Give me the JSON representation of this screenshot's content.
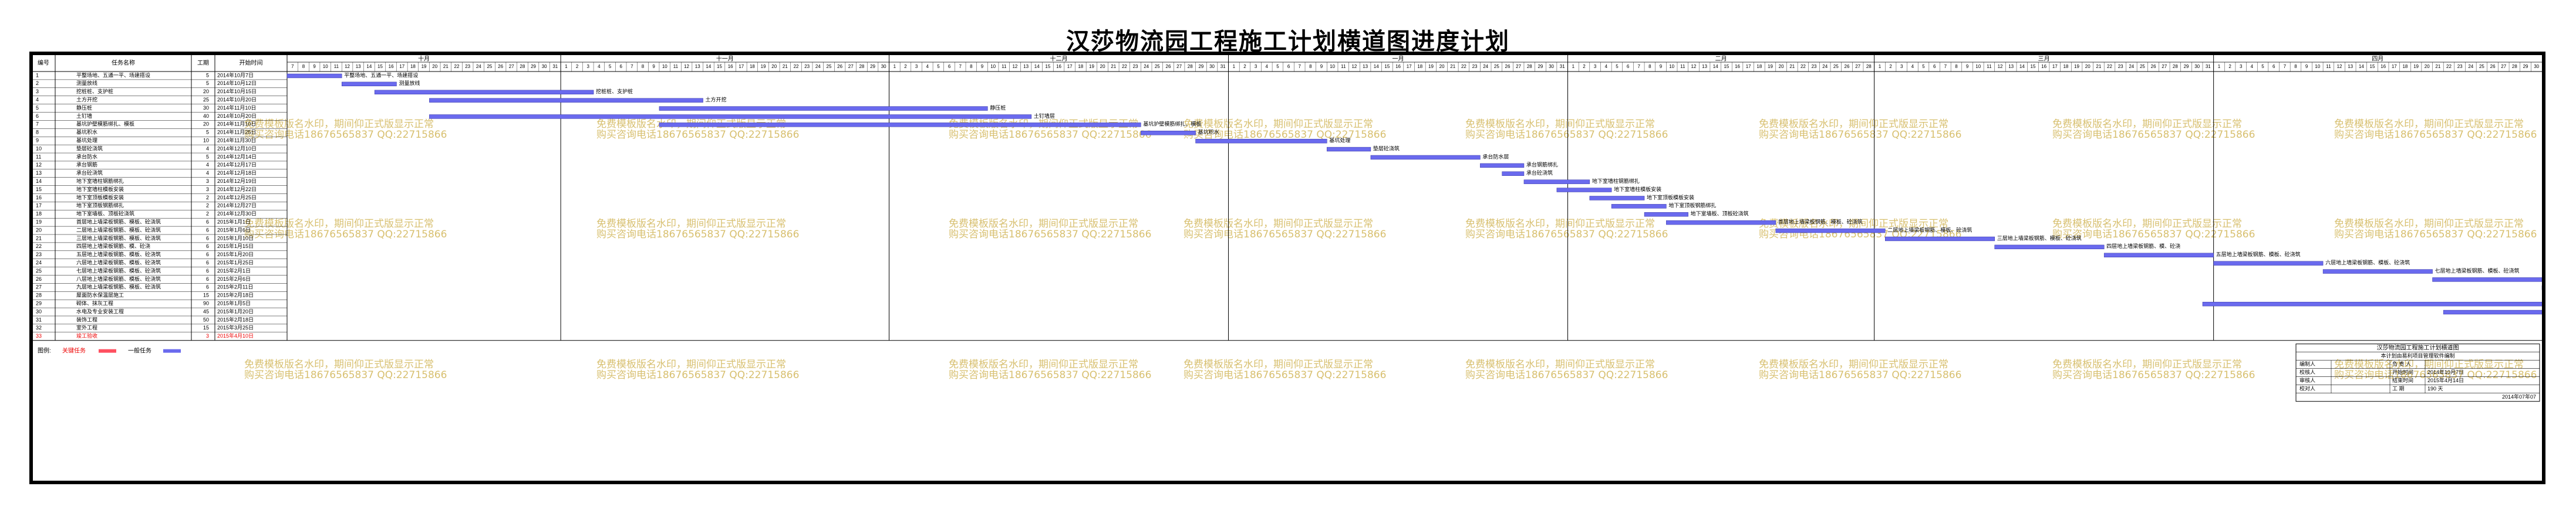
{
  "title": "汉莎物流园工程施工计划横道图进度计划",
  "header": {
    "no": "编号",
    "name": "任务名称",
    "dur": "工期",
    "start": "开始时间"
  },
  "months": [
    "十月",
    "十一月",
    "十二月",
    "一月",
    "二月",
    "三月",
    "四月"
  ],
  "month_days": [
    25,
    30,
    31,
    31,
    28,
    31,
    30
  ],
  "day_start": 7,
  "tasks": [
    {
      "no": "1",
      "name": "平整场地、五通一平、场建搭设",
      "dur": "5",
      "start": "2014年10月7日",
      "s": 0,
      "d": 5,
      "label": "平整场地、五通一平、场建搭设"
    },
    {
      "no": "2",
      "name": "测量放线",
      "dur": "5",
      "start": "2014年10月12日",
      "s": 5,
      "d": 5,
      "label": "测量放线"
    },
    {
      "no": "3",
      "name": "挖桩桩、支护桩",
      "dur": "20",
      "start": "2014年10月15日",
      "s": 8,
      "d": 20,
      "label": "挖桩桩、支护桩"
    },
    {
      "no": "4",
      "name": "土方开挖",
      "dur": "25",
      "start": "2014年10月20日",
      "s": 13,
      "d": 25,
      "label": "土方开挖"
    },
    {
      "no": "5",
      "name": "静压桩",
      "dur": "30",
      "start": "2014年11月10日",
      "s": 34,
      "d": 30,
      "label": "静压桩"
    },
    {
      "no": "6",
      "name": "土钉墙",
      "dur": "40",
      "start": "2014年10月20日",
      "s": 13,
      "d": 55,
      "label": "土钉墙层"
    },
    {
      "no": "7",
      "name": "基坑护壁模筋绑扎、模板",
      "dur": "20",
      "start": "2014年11月10日",
      "s": 34,
      "d": 44,
      "label": "基坑护壁模筋绑扎、模板"
    },
    {
      "no": "8",
      "name": "基坑积水",
      "dur": "5",
      "start": "2014年11月25日",
      "s": 78,
      "d": 5,
      "label": "基坑积水"
    },
    {
      "no": "9",
      "name": "基坑处理",
      "dur": "10",
      "start": "2014年11月30日",
      "s": 83,
      "d": 12,
      "label": "基坑处理"
    },
    {
      "no": "10",
      "name": "垫层砼浇筑",
      "dur": "4",
      "start": "2014年12月10日",
      "s": 95,
      "d": 4,
      "label": "垫层砼浇筑"
    },
    {
      "no": "11",
      "name": "承台防水",
      "dur": "5",
      "start": "2014年12月14日",
      "s": 99,
      "d": 10,
      "label": "承台防水层"
    },
    {
      "no": "12",
      "name": "承台钢筋",
      "dur": "4",
      "start": "2014年12月17日",
      "s": 109,
      "d": 4,
      "label": "承台钢筋绑扎"
    },
    {
      "no": "13",
      "name": "承台砼浇筑",
      "dur": "4",
      "start": "2014年12月18日",
      "s": 111,
      "d": 2,
      "label": "承台砼浇筑"
    },
    {
      "no": "14",
      "name": "地下室墙柱钢筋绑扎",
      "dur": "3",
      "start": "2014年12月19日",
      "s": 113,
      "d": 6,
      "label": "地下室墙柱钢筋绑扎"
    },
    {
      "no": "15",
      "name": "地下室墙柱模板安装",
      "dur": "3",
      "start": "2014年12月22日",
      "s": 116,
      "d": 5,
      "label": "地下室墙柱模板安装"
    },
    {
      "no": "16",
      "name": "地下室顶板模板安装",
      "dur": "2",
      "start": "2014年12月25日",
      "s": 119,
      "d": 5,
      "label": "地下室顶板模板安装"
    },
    {
      "no": "17",
      "name": "地下室顶板钢筋绑扎",
      "dur": "2",
      "start": "2014年12月27日",
      "s": 121,
      "d": 5,
      "label": "地下室顶板钢筋绑扎"
    },
    {
      "no": "18",
      "name": "地下室墙板、顶板砼浇筑",
      "dur": "2",
      "start": "2014年12月30日",
      "s": 124,
      "d": 4,
      "label": "地下室墙板、顶板砼浇筑"
    },
    {
      "no": "19",
      "name": "首层地上墙梁板钢筋、模板、砼浇筑",
      "dur": "6",
      "start": "2015年1月1日",
      "s": 126,
      "d": 10,
      "label": "首层地上墙梁板钢筋、模板、砼浇筑"
    },
    {
      "no": "20",
      "name": "二层地上墙梁板钢筋、模板、砼浇筑",
      "dur": "6",
      "start": "2015年1月6日",
      "s": 136,
      "d": 10,
      "label": "二层地上墙梁板钢筋、模板、砼浇筑"
    },
    {
      "no": "21",
      "name": "三层地上墙梁板钢筋、模板、砼浇筑",
      "dur": "6",
      "start": "2015年1月10日",
      "s": 146,
      "d": 10,
      "label": "三层地上墙梁板钢筋、模板、砼浇筑"
    },
    {
      "no": "22",
      "name": "四层地上墙梁板钢筋、模、砼浇",
      "dur": "6",
      "start": "2015年1月15日",
      "s": 156,
      "d": 10,
      "label": "四层地上墙梁板钢筋、模、砼浇"
    },
    {
      "no": "23",
      "name": "五层地上墙梁板钢筋、模板、砼浇筑",
      "dur": "6",
      "start": "2015年1月20日",
      "s": 166,
      "d": 10,
      "label": "五层地上墙梁板钢筋、模板、砼浇筑"
    },
    {
      "no": "24",
      "name": "六层地上墙梁板钢筋、模板、砼浇筑",
      "dur": "6",
      "start": "2015年1月25日",
      "s": 176,
      "d": 10,
      "label": "六层地上墙梁板钢筋、模板、砼浇筑"
    },
    {
      "no": "25",
      "name": "七层地上墙梁板钢筋、模板、砼浇筑",
      "dur": "6",
      "start": "2015年2月1日",
      "s": 186,
      "d": 10,
      "label": "七层地上墙梁板钢筋、模板、砼浇筑"
    },
    {
      "no": "26",
      "name": "八层地上墙梁板钢筋、模板、砼浇筑",
      "dur": "6",
      "start": "2015年2月6日",
      "s": 196,
      "d": 10,
      "label": "八层地上墙梁板钢筋、模板、砼浇筑"
    },
    {
      "no": "27",
      "name": "九层地上墙梁板钢筋、模板、砼浇筑",
      "dur": "6",
      "start": "2015年2月11日",
      "s": 206,
      "d": 12,
      "label": "九层地上墙梁板钢筋、模板、砼浇筑"
    },
    {
      "no": "28",
      "name": "屋面防水保温层施工",
      "dur": "15",
      "start": "2015年2月18日",
      "s": 218,
      "d": 16,
      "label": "屋面防水保温层施工"
    },
    {
      "no": "29",
      "name": "砌体、抹灰工程",
      "dur": "90",
      "start": "2015年1月5日",
      "s": 175,
      "d": 90,
      "label": "砌体、抹灰工程"
    },
    {
      "no": "30",
      "name": "水电及专业安装工程",
      "dur": "45",
      "start": "2015年1月20日",
      "s": 197,
      "d": 90,
      "label": "水电及专业安装工程"
    },
    {
      "no": "31",
      "name": "装饰工程",
      "dur": "50",
      "start": "2015年2月18日",
      "s": 218,
      "d": 50,
      "label": "装饰工程"
    },
    {
      "no": "32",
      "name": "室外工程",
      "dur": "15",
      "start": "2015年3月25日",
      "s": 268,
      "d": 15,
      "label": "室外工程"
    },
    {
      "no": "33",
      "name": "竣工验收",
      "dur": "3",
      "start": "2015年4月10日",
      "s": 284,
      "d": 10,
      "label": "竣工验收",
      "critical": true
    }
  ],
  "legend": {
    "title": "图例:",
    "critical": "关键任务",
    "normal": "一般任务"
  },
  "watermark": {
    "line1": "免费模板版名水印，期间仰正式版显示正常",
    "line2": "购买咨询电话18676565837 QQ:22715866"
  },
  "titleblock": {
    "company": "汉莎物流园工程施工计划横道图",
    "subtitle": "本计划由易利项目管理软件编制",
    "rows": [
      {
        "k1": "编制人",
        "v1": "",
        "k2": "负 责 人",
        "v2": ""
      },
      {
        "k1": "校核人",
        "v1": "",
        "k2": "开始时间",
        "v2": "2014年10月7日"
      },
      {
        "k1": "审核人",
        "v1": "",
        "k2": "结束时间",
        "v2": "2015年4月14日"
      },
      {
        "k1": "校对人",
        "v1": "",
        "k2": "工 期",
        "v2": "190 天"
      }
    ],
    "date": "2014年07年07"
  },
  "colors": {
    "bar": "#6a6aee",
    "critical": "#ff5060",
    "critical_text": "#ee0000",
    "grid": "#000000"
  }
}
